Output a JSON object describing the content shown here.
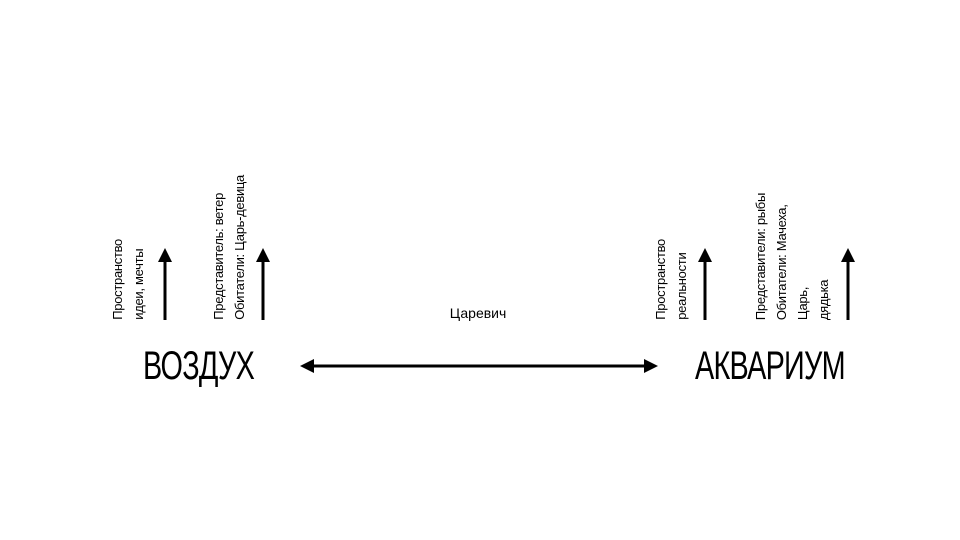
{
  "left": {
    "title": "ВОЗДУХ",
    "space_lines": [
      "Пространство",
      "идеи, мечты"
    ],
    "inhabitants_lines": [
      "Представитель: ветер",
      "Обитатели: Царь-девица"
    ]
  },
  "right": {
    "title": "АКВАРИУМ",
    "space_lines": [
      "Пространство",
      "реальности"
    ],
    "inhabitants_lines": [
      "Представители: рыбы",
      "Обитатели: Мачеха,",
      "Царь,",
      "дядька"
    ]
  },
  "connector": {
    "label": "Царевич"
  }
}
